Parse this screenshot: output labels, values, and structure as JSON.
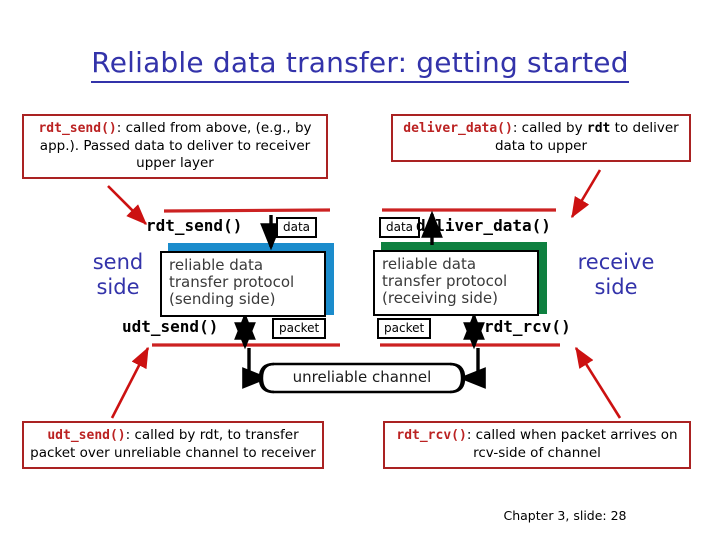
{
  "slide": {
    "title": "Reliable data transfer: getting started",
    "title_color": "#3333aa",
    "footer": "Chapter 3, slide: 28"
  },
  "callouts": {
    "rdt_send": {
      "api": "rdt_send()",
      "separator": ": ",
      "text": "called from above, (e.g., by app.). Passed data to deliver to receiver upper layer"
    },
    "deliver_data": {
      "api": "deliver_data()",
      "separator": ": ",
      "text_before": "called by ",
      "mono_term": "rdt",
      "text_after": " to deliver data to upper"
    },
    "udt_send": {
      "api": "udt_send()",
      "separator": ": ",
      "text": "called by rdt, to transfer packet over unreliable channel to receiver"
    },
    "rdt_rcv": {
      "api": "rdt_rcv()",
      "separator": ": ",
      "text": "called when packet arrives on rcv-side of channel"
    }
  },
  "diagram": {
    "send_side_label": "send\nside",
    "receive_side_label": "receive\nside",
    "sending_protocol_box": "reliable data\ntransfer protocol\n(sending side)",
    "receiving_protocol_box": "reliable data\ntransfer protocol\n(receiving side)",
    "sending_accent_color": "#1b8ccc",
    "receiving_accent_color": "#0e8040",
    "layer_line_color": "#cc2222",
    "leader_arrow_color": "#cc1111",
    "labels": {
      "rdt_send": "rdt_send()",
      "deliver_data": "deliver_data()",
      "udt_send": "udt_send()",
      "rdt_rcv": "rdt_rcv()"
    },
    "units": {
      "data_left": "data",
      "data_right": "data",
      "packet_left": "packet",
      "packet_right": "packet"
    },
    "channel": "unreliable channel"
  }
}
